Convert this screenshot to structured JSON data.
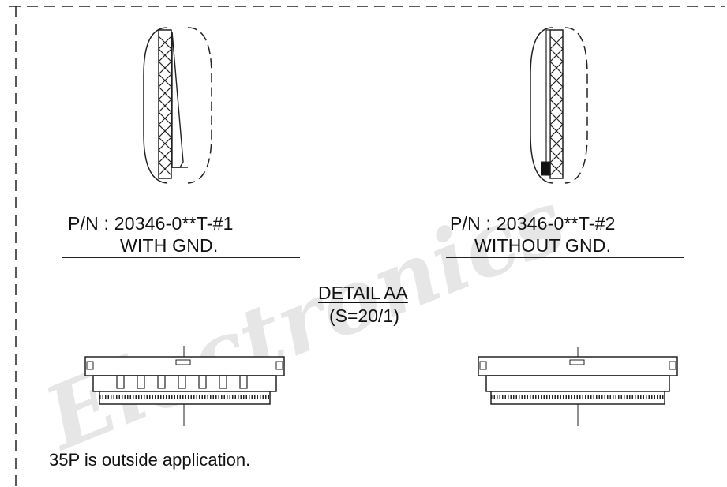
{
  "watermark": "ronics",
  "watermark2": "Electronics",
  "variants": [
    {
      "pn": "P/N : 20346-0**T-#1",
      "desc": "WITH GND."
    },
    {
      "pn": "P/N : 20346-0**T-#2",
      "desc": "WITHOUT GND."
    }
  ],
  "detail": {
    "title": "DETAIL AA",
    "scale": "(S=20/1)"
  },
  "note": "35P is outside application."
}
